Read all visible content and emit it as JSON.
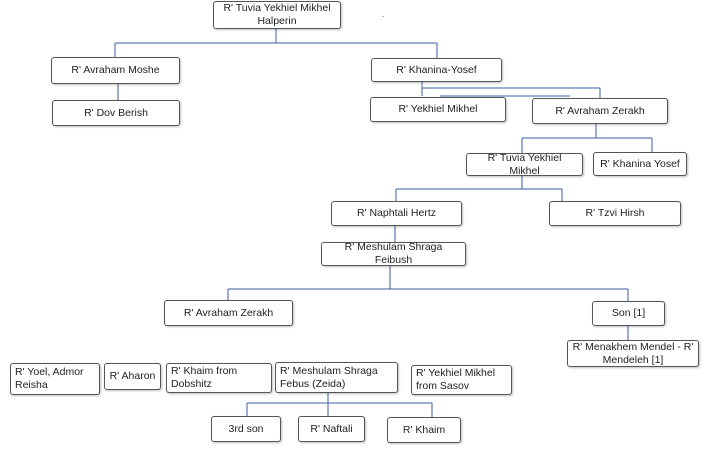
{
  "nodes": {
    "tuvia_root": "R' Tuvia Yekhiel Mikhel Halperin",
    "avraham_moshe": "R' Avraham Moshe",
    "khanina_yosef": "R' Khanina-Yosef",
    "dov_berish": "R' Dov Berish",
    "yekhiel_mikhel": "R' Yekhiel Mikhel",
    "avraham_zerakh_1": "R' Avraham Zerakh",
    "tuvia_2": "R' Tuvia Yekhiel Mikhel",
    "khanina_yosef_2": "R' Khanina Yosef",
    "naphtali_hertz": "R' Naphtali Hertz",
    "tzvi_hirsh": "R' Tzvi Hirsh",
    "meshulam_feibush": "R' Meshulam Shraga Feibush",
    "avraham_zerakh_2": "R' Avraham Zerakh",
    "son": "Son [1]",
    "menakhem_mendel": "R' Menakhem Mendel - R' Mendeleh [1]",
    "yoel": "R' Yoel, Admor Reisha",
    "aharon": "R' Aharon",
    "khaim_dobshitz": "R' Khaim from Dobshitz",
    "meshulam_febus": "R' Meshulam Shraga Febus (Zeida)",
    "yekhiel_sasov": "R' Yekhiel Mikhel from Sasov",
    "third_son": "3rd son",
    "naftali": "R' Naftali",
    "khaim": "R' Khaim"
  },
  "stray_mark": "."
}
